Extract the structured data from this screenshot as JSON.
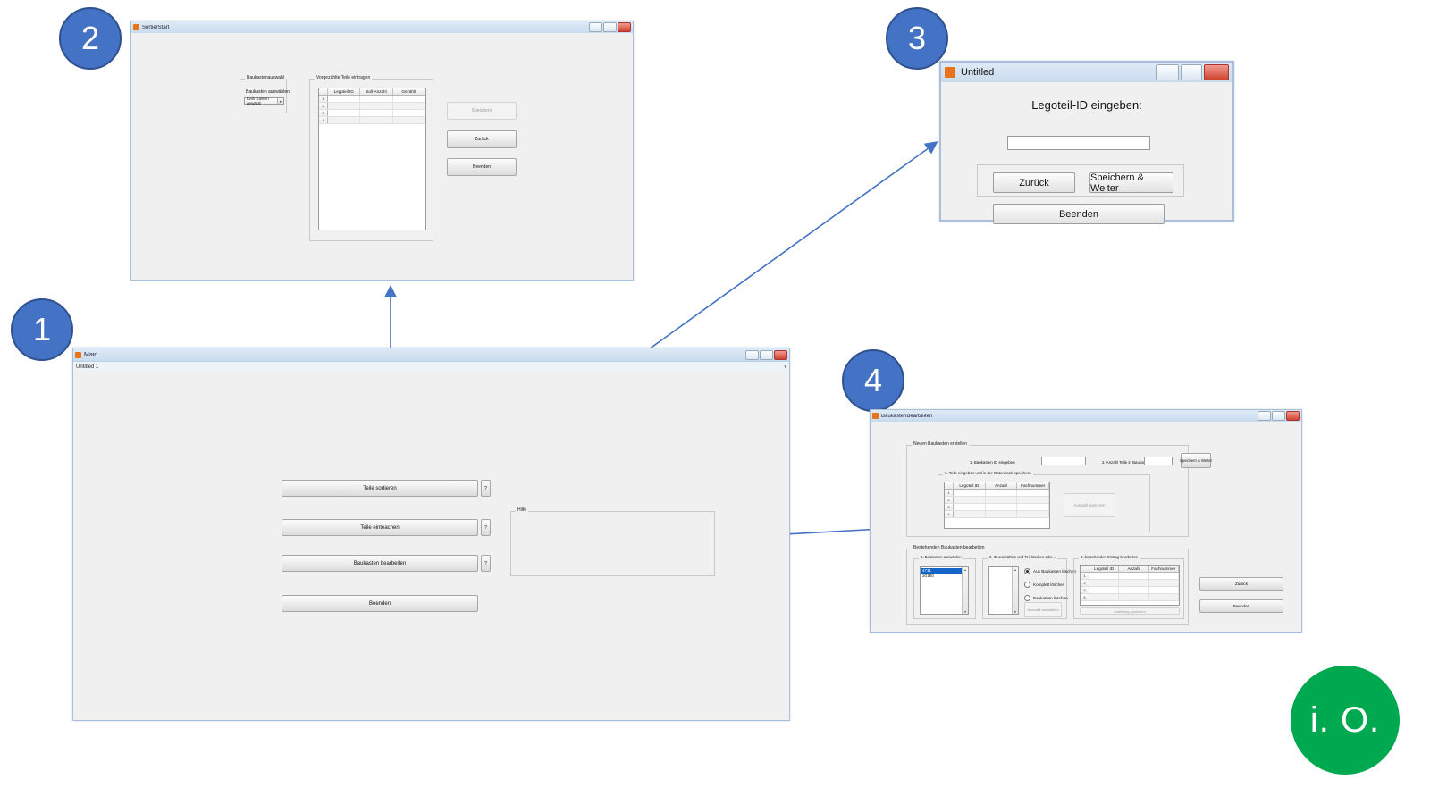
{
  "steps": [
    {
      "number": "1"
    },
    {
      "number": "2"
    },
    {
      "number": "3"
    },
    {
      "number": "4"
    }
  ],
  "status_badge": {
    "label": "i. O.",
    "color": "#00A94F"
  },
  "accent": {
    "arrow_color": "#4472C4",
    "circle_fill": "#4472C4",
    "circle_stroke": "#2F528F"
  },
  "window_main": {
    "title": "Main",
    "menubar_label": "Untitled 1",
    "buttons": [
      {
        "label": "Teile sortieren",
        "help": "?"
      },
      {
        "label": "Teile einteachen",
        "help": "?"
      },
      {
        "label": "Baukasten bearbeiten",
        "help": "?"
      },
      {
        "label": "Beenden"
      }
    ],
    "help_panel": {
      "title": "Hilfe",
      "text": ""
    }
  },
  "window_sortier": {
    "title": "SortierStart",
    "panel_baukasten": {
      "title": "Baukastenauswahl",
      "label": "Baukasten auswählen:",
      "combo_value": "Kein Kasten gewählt"
    },
    "panel_teile": {
      "title": "Vorgezählte Teile eintragen",
      "columns": [
        "Legoteil ID",
        "Soll-Anzahl",
        "Gezählt"
      ],
      "rows": [
        "1",
        "2",
        "3",
        "4"
      ]
    },
    "buttons": [
      {
        "label": "Speichern",
        "disabled": true
      },
      {
        "label": "Zurück",
        "disabled": false
      },
      {
        "label": "Beenden",
        "disabled": false
      }
    ]
  },
  "window_untitled": {
    "title": "Untitled",
    "prompt": "Legoteil-ID eingeben:",
    "input_value": "",
    "buttons": [
      {
        "label": "Zurück"
      },
      {
        "label": "Speichern & Weiter"
      },
      {
        "label": "Beenden"
      }
    ]
  },
  "window_baukasten": {
    "title": "BaukastenBearbeiten",
    "panel_new": {
      "title": "Neuen Baukasten erstellen",
      "field1_label": "1. Baukasten ID eingeben",
      "field1_value": "",
      "field2_label": "2. Anzahl Teile in Baukasten",
      "field2_value": "",
      "save_button": "Speichern & Weiter",
      "subpanel": {
        "title": "3. Teile eingeben und in der Datenbank speichern",
        "columns": [
          "Legoteil ID",
          "Anzahl",
          "Fachnummer"
        ],
        "rows": [
          "1",
          "2",
          "3",
          "4"
        ],
        "save_button": "Auswahl speichern"
      }
    },
    "panel_edit": {
      "title": "Bestehenden Baukasten bearbeiten",
      "sub1": {
        "title": "1. Baukasten auswählen",
        "items": [
          "4711",
          "20180"
        ],
        "selected_index": 0
      },
      "sub2": {
        "title": "2. ID auswählen und Teil löschen oder...",
        "radios": [
          {
            "label": "Aus Baukasten löschen",
            "selected": true
          },
          {
            "label": "Komplett löschen",
            "selected": false
          },
          {
            "label": "Baukasten löschen",
            "selected": false
          }
        ],
        "button": "Auswahl auswählen"
      },
      "sub3": {
        "title": "3. bestehenden Eintrag bearbeiten",
        "columns": [
          "Legoteil ID",
          "Anzahl",
          "Fachnummer"
        ],
        "rows": [
          "1",
          "2",
          "3",
          "4"
        ],
        "save_button": "Änderung speichern"
      }
    },
    "buttons": [
      {
        "label": "Zurück"
      },
      {
        "label": "Beenden"
      }
    ]
  }
}
